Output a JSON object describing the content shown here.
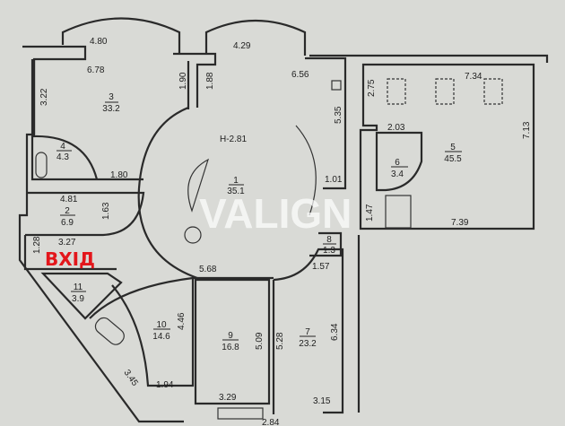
{
  "plan": {
    "ceiling_height": "H-2.81",
    "entrance_label": "ВХІД",
    "watermark": "VALIGN",
    "entrance_color": "#e3161b",
    "rooms": [
      {
        "number": "1",
        "area": "35.1"
      },
      {
        "number": "2",
        "area": "6.9"
      },
      {
        "number": "3",
        "area": "33.2"
      },
      {
        "number": "4",
        "area": "4.3"
      },
      {
        "number": "5",
        "area": "45.5"
      },
      {
        "number": "6",
        "area": "3.4"
      },
      {
        "number": "7",
        "area": "23.2"
      },
      {
        "number": "8",
        "area": "1.3"
      },
      {
        "number": "9",
        "area": "16.8"
      },
      {
        "number": "10",
        "area": "14.6"
      },
      {
        "number": "11",
        "area": "3.9"
      }
    ],
    "dimensions": [
      "4.80",
      "6.78",
      "3.22",
      "1.90",
      "1.88",
      "4.29",
      "6.56",
      "5.35",
      "1.80",
      "1.01",
      "4.81",
      "1.63",
      "3.27",
      "1.28",
      "5.68",
      "1.57",
      "4.46",
      "5.09",
      "5.28",
      "6.34",
      "3.45",
      "1.94",
      "3.29",
      "2.84",
      "3.15",
      "2.75",
      "7.34",
      "2.03",
      "7.13",
      "1.47",
      "7.39"
    ]
  }
}
